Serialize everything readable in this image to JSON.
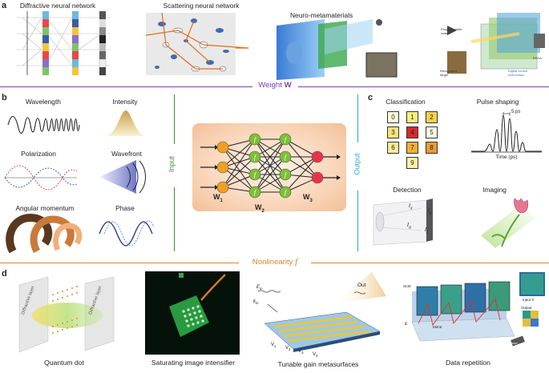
{
  "panels": {
    "a": {
      "letter": "a",
      "items": [
        "Diffractive neural network",
        "Scattering neural network",
        "Neuro-metamaterials"
      ],
      "small": [
        "Programmable mask",
        "FPGA",
        "Recognized target",
        "Digital control instructions"
      ]
    },
    "band1": {
      "prefix": "Weight ",
      "symbol": "W",
      "color": "#7d3fa8"
    },
    "b": {
      "letter": "b",
      "items": [
        "Wavelength",
        "Intensity",
        "Polarization",
        "Wavefront",
        "Angular momentum",
        "Phase"
      ]
    },
    "io": {
      "input": "Input",
      "output": "Output",
      "input_color": "#3f8f2f",
      "output_color": "#2aa6d8",
      "weights": [
        "W",
        "W",
        "W"
      ],
      "weight_subs": [
        "1",
        "2",
        "3"
      ],
      "node_f": "f"
    },
    "c": {
      "letter": "c",
      "items": [
        "Classification",
        "Pulse shaping",
        "Detection",
        "Imaging"
      ],
      "digits": [
        "0",
        "1",
        "2",
        "3",
        "4",
        "5",
        "6",
        "7",
        "8",
        "9"
      ],
      "pulse_label": "5 ps",
      "pulse_axis": "Time (ps)",
      "detection_labels": [
        "I",
        "I",
        "I",
        "I"
      ],
      "detection_subs": [
        "x",
        "y",
        "a",
        "L"
      ]
    },
    "band2": {
      "prefix": "Nonlinearity ",
      "symbol": "f",
      "color": "#d9822b"
    },
    "d": {
      "letter": "d",
      "items": [
        "Quantum dot",
        "Saturating image intensifier",
        "Tunable gain metasurfaces",
        "Data repetition"
      ],
      "layers": [
        "Diffractive layer",
        "Diffractive layer"
      ],
      "meta_labels": [
        "E",
        "k",
        "in",
        "Out",
        "V",
        "V",
        "V",
        "V"
      ],
      "meta_subs": [
        "1",
        "2",
        "3",
        "4"
      ],
      "data_labels": [
        "SLM",
        "Mirror",
        "Input X",
        "Output",
        "E",
        "Laser"
      ]
    }
  },
  "colors": {
    "node_orange": "#f0a020",
    "node_green": "#7ec035",
    "node_red": "#e8344a",
    "nn_bg": "#f6c9a8"
  }
}
